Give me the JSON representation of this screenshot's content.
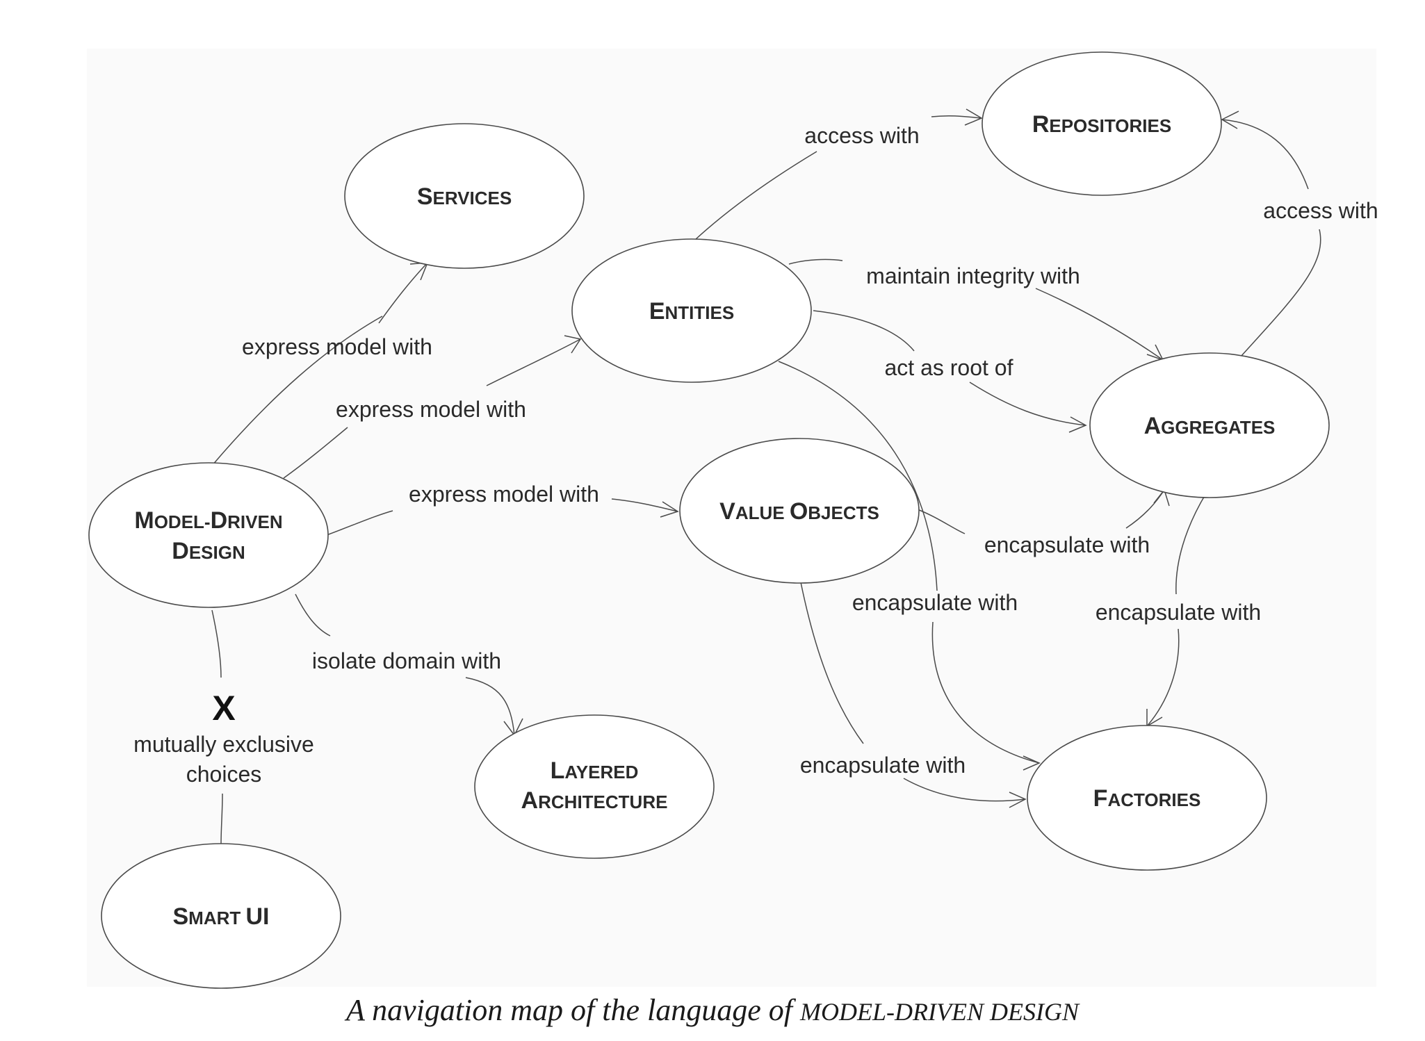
{
  "nodes": {
    "services": {
      "cap": "S",
      "rest": "ERVICES"
    },
    "entities": {
      "cap": "E",
      "rest": "NTITIES"
    },
    "repositories": {
      "cap": "R",
      "rest": "EPOSITORIES"
    },
    "aggregates": {
      "cap": "A",
      "rest": "GGREGATES"
    },
    "value_objects": {
      "cap1": "V",
      "rest1": "ALUE ",
      "cap2": "O",
      "rest2": "BJECTS"
    },
    "model_driven_design": {
      "line1_cap": "M",
      "line1_rest": "ODEL-",
      "line1_cap2": "D",
      "line1_rest2": "RIVEN",
      "line2_cap": "D",
      "line2_rest": "ESIGN"
    },
    "layered_architecture": {
      "line1_cap": "L",
      "line1_rest": "AYERED",
      "line2_cap": "A",
      "line2_rest": "RCHITECTURE"
    },
    "factories": {
      "cap": "F",
      "rest": "ACTORIES"
    },
    "smart_ui": {
      "cap": "S",
      "rest": "MART ",
      "cap2": "UI"
    }
  },
  "edges": {
    "services_express": "express model with",
    "entities_express": "express model with",
    "value_objects_express": "express model with",
    "entities_repositories": "access with",
    "aggregates_repositories": "access with",
    "entities_aggregates_integrity": "maintain integrity with",
    "entities_aggregates_root": "act as root of",
    "value_objects_aggregates": "encapsulate with",
    "entities_factories": "encapsulate with",
    "aggregates_factories": "encapsulate with",
    "value_objects_factories": "encapsulate with",
    "layered_isolate": "isolate domain with",
    "exclusive_mark": "X",
    "exclusive_line1": "mutually exclusive",
    "exclusive_line2": "choices"
  },
  "caption": {
    "italic": "A navigation map of the language of ",
    "smallcaps": "MODEL-DRIVEN DESIGN"
  }
}
